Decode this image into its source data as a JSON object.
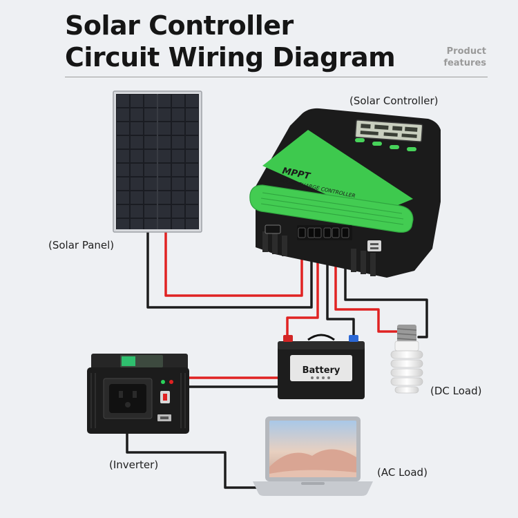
{
  "header": {
    "title_line1": "Solar Controller",
    "title_line2": "Circuit Wiring Diagram",
    "side_note": "Product features"
  },
  "labels": {
    "solar_controller": "(Solar Controller)",
    "solar_panel": "(Solar Panel)",
    "dc_load": "(DC Load)",
    "inverter": "(Inverter)",
    "ac_load": "(AC Load)",
    "battery": "Battery"
  },
  "device": {
    "brand": "MPPT",
    "subtitle": "SOLAR CHARGE CONTROLLER"
  },
  "colors": {
    "background": "#eef0f3",
    "positive_wire": "#e02222",
    "negative_wire": "#1c1c1c",
    "controller_green": "#3ec94e",
    "controller_body": "#1b1b1b"
  }
}
